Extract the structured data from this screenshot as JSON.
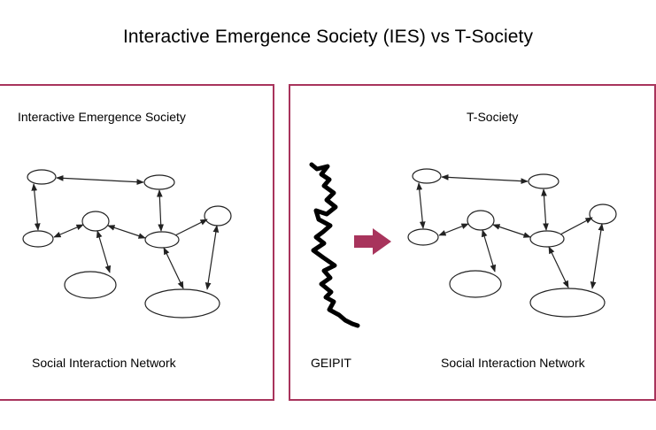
{
  "title": "Interactive Emergence Society (IES) vs T-Society",
  "left_panel": {
    "heading": "Interactive Emergence Society",
    "caption": "Social Interaction Network"
  },
  "right_panel": {
    "heading": "T-Society",
    "process_label": "GEIPIT",
    "caption": "Social Interaction Network"
  },
  "colors": {
    "frame": "#a8345c",
    "arrow": "#a8345c"
  }
}
